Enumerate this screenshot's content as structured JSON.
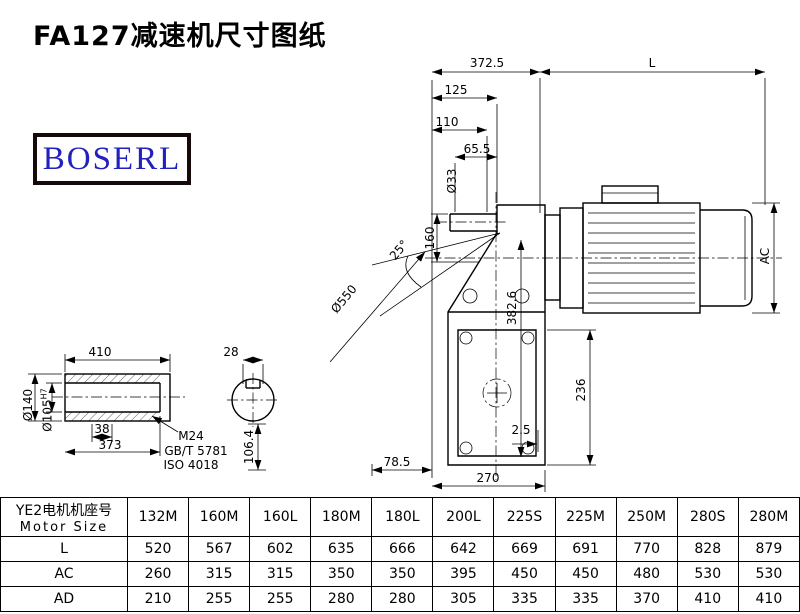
{
  "page": {
    "title": "FA127减速机尺寸图纸"
  },
  "logo": {
    "text": "BOSERL"
  },
  "drawing": {
    "dims": {
      "d372_5": "372.5",
      "dL": "L",
      "d125": "125",
      "d110": "110",
      "d65_5": "65.5",
      "d33": "Ø33",
      "d160": "160",
      "d25": "25°",
      "d550": "Ø550",
      "d382_6": "382.6",
      "dAC": "AC",
      "d236": "236",
      "d2_5": "2.5",
      "d78_5": "78.5",
      "d270": "270",
      "d410": "410",
      "d28": "28",
      "d140": "Ø140",
      "d105": "Ø105",
      "d105_tol": "H7",
      "d38": "38",
      "d373": "373",
      "m24": "M24",
      "gbt": "GB/T 5781",
      "iso": "ISO 4018",
      "d106_4": "106.4"
    }
  },
  "table": {
    "header_cn": "YE2电机机座号",
    "header_en": "Motor Size",
    "columns": [
      "132M",
      "160M",
      "160L",
      "180M",
      "180L",
      "200L",
      "225S",
      "225M",
      "250M",
      "280S",
      "280M"
    ],
    "rows": [
      {
        "label": "L",
        "values": [
          "520",
          "567",
          "602",
          "635",
          "666",
          "642",
          "669",
          "691",
          "770",
          "828",
          "879"
        ]
      },
      {
        "label": "AC",
        "values": [
          "260",
          "315",
          "315",
          "350",
          "350",
          "395",
          "450",
          "450",
          "480",
          "530",
          "530"
        ]
      },
      {
        "label": "AD",
        "values": [
          "210",
          "255",
          "255",
          "280",
          "280",
          "305",
          "335",
          "335",
          "370",
          "410",
          "410"
        ]
      }
    ]
  }
}
